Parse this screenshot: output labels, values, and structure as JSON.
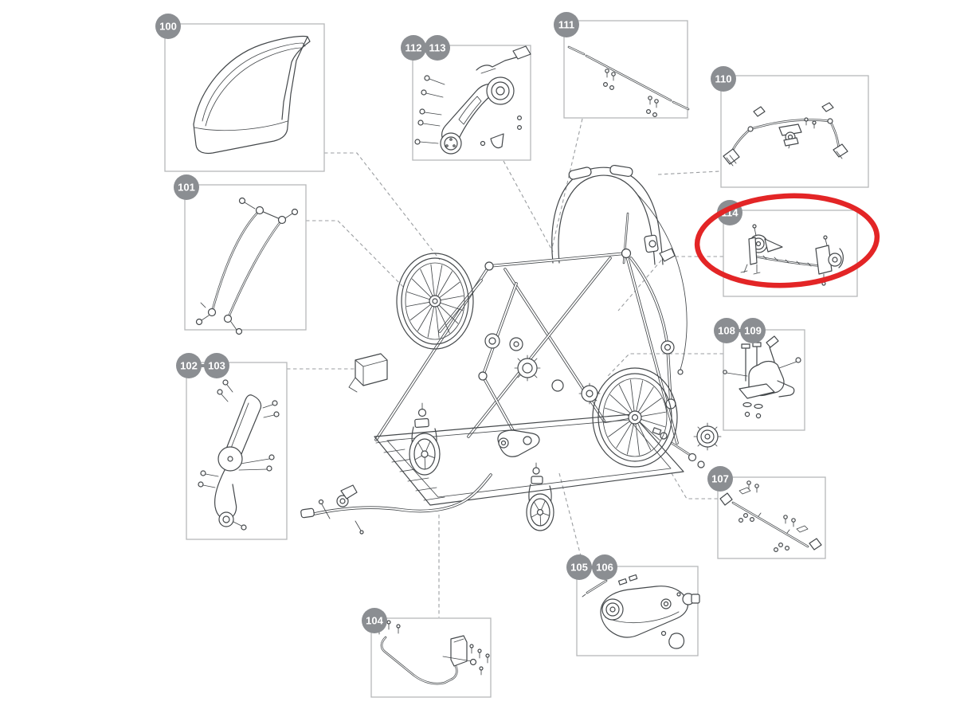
{
  "badges": {
    "b100": "100",
    "b101": "101",
    "b102": "102",
    "b103": "103",
    "b104": "104",
    "b105": "105",
    "b106": "106",
    "b107": "107",
    "b108": "108",
    "b109": "109",
    "b110": "110",
    "b111": "111",
    "b112": "112",
    "b113": "113",
    "b114": "114"
  },
  "highlighted_part": "114",
  "colors": {
    "background": "#ffffff",
    "badge": "#8b8e92",
    "box_border": "#b6b8ba",
    "line": "#44484b",
    "dash": "#9b9ea1",
    "highlight": "#e32526"
  }
}
